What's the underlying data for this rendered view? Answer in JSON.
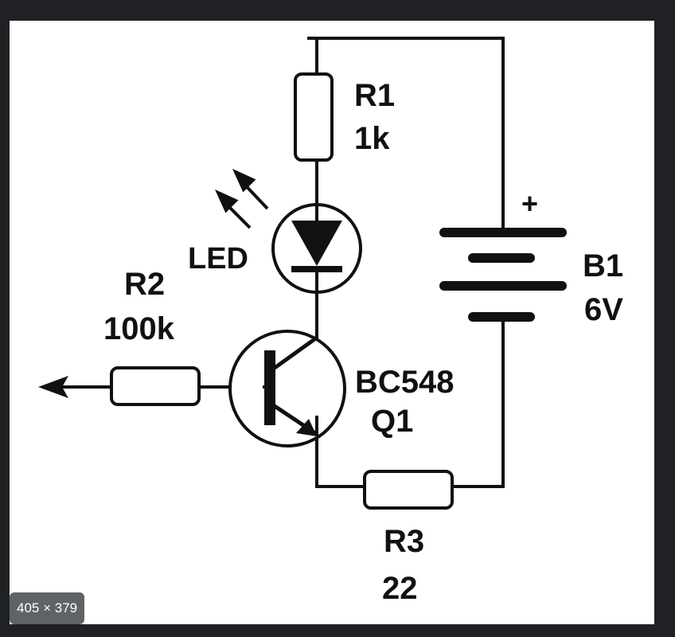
{
  "image": {
    "background": "#202124",
    "canvas_color": "#ffffff",
    "ink_color": "#111111",
    "dimensions_badge": "405 × 379"
  },
  "components": {
    "r1": {
      "name": "R1",
      "value": "1k"
    },
    "r2": {
      "name": "R2",
      "value": "100k"
    },
    "r3": {
      "name": "R3",
      "value": "22"
    },
    "led": {
      "name": "LED"
    },
    "q1": {
      "part": "BC548",
      "name": "Q1"
    },
    "b1": {
      "name": "B1",
      "value": "6V",
      "polarity": "+"
    }
  }
}
